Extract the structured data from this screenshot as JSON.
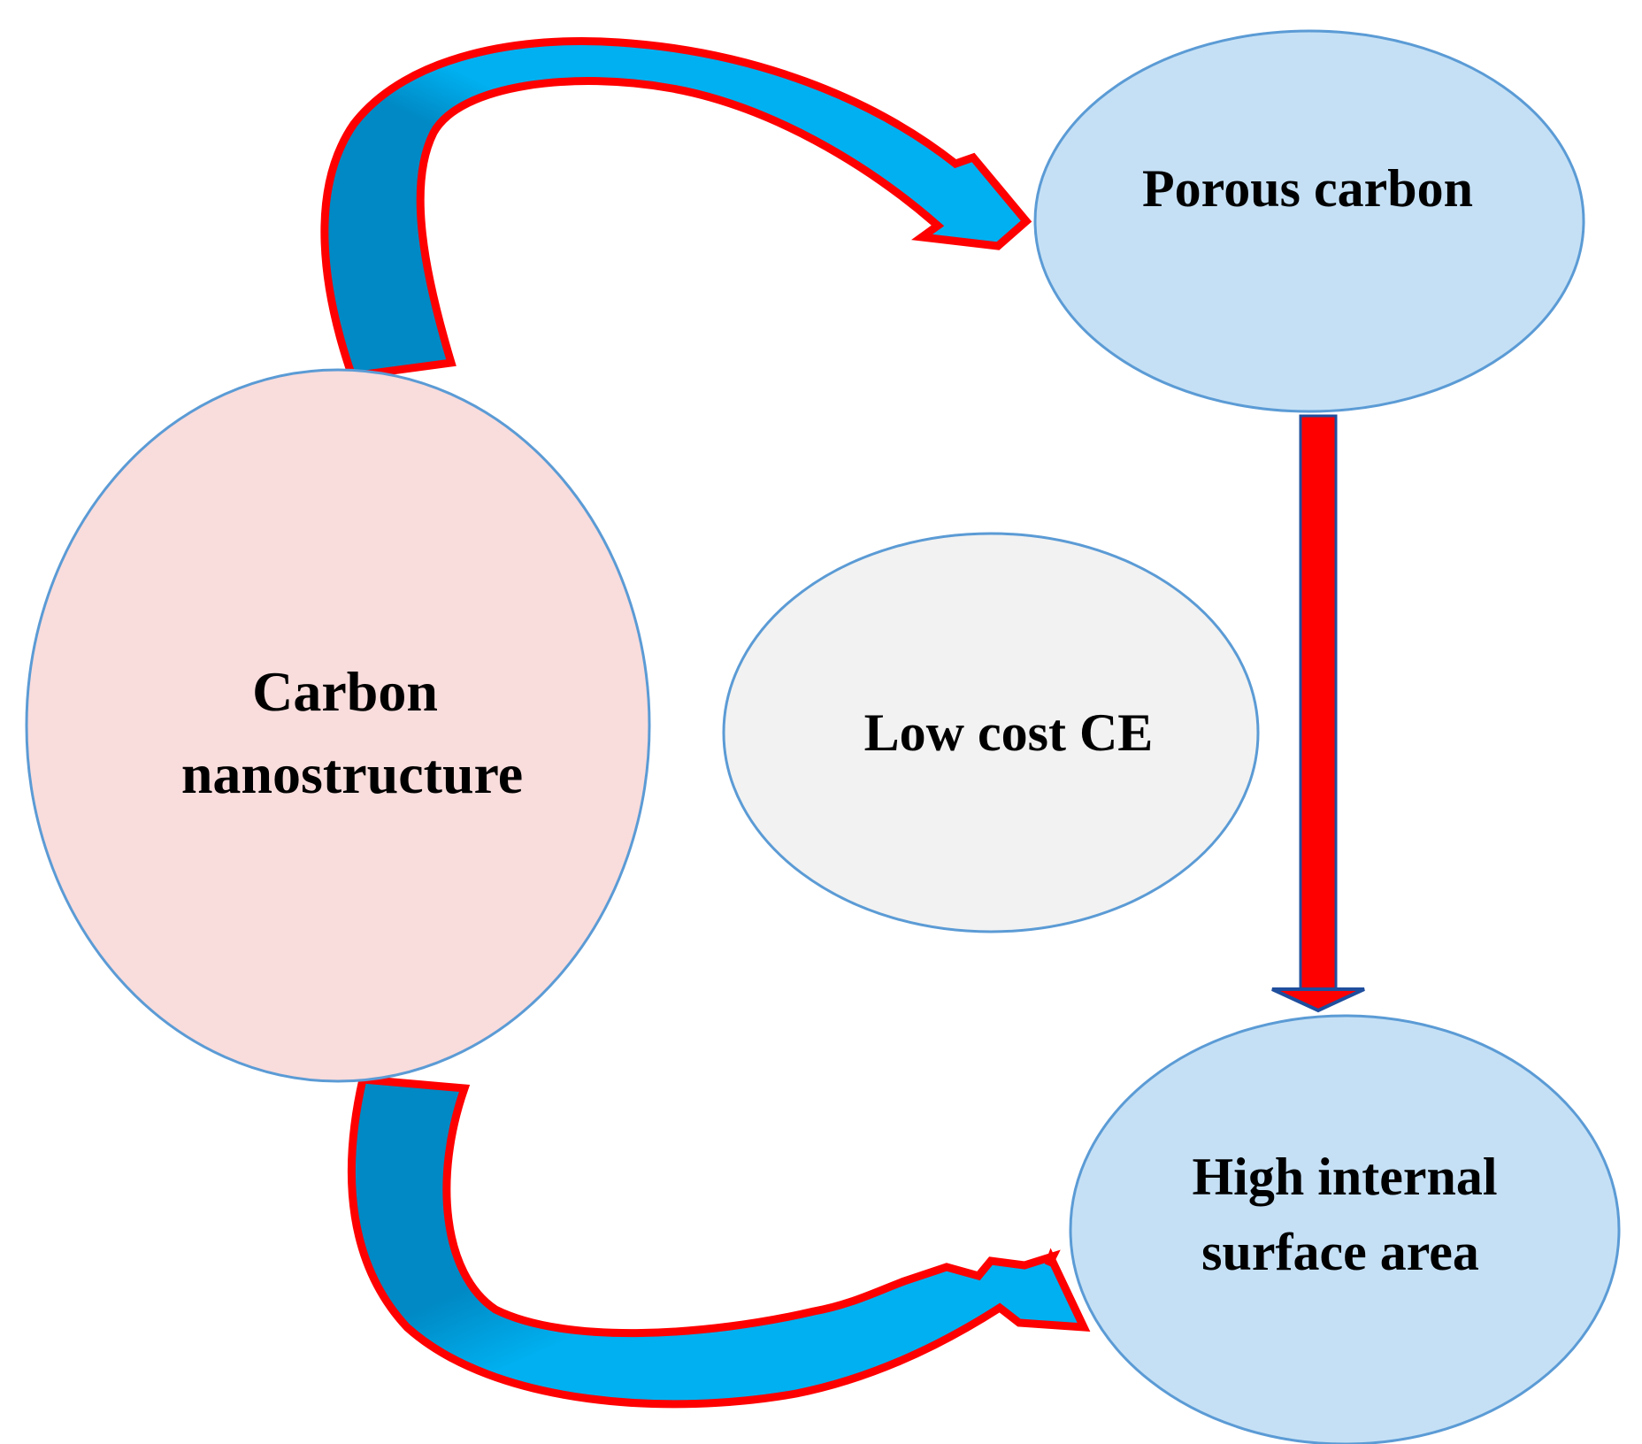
{
  "nodes": {
    "carbon_nanostructure": {
      "line1": "Carbon",
      "line2": "nanostructure",
      "fill": "#f9dcdc"
    },
    "porous_carbon": {
      "label": "Porous carbon",
      "fill": "#c5e0f5"
    },
    "low_cost_ce": {
      "label": "Low cost CE",
      "fill": "#f2f2f2"
    },
    "high_surface_area": {
      "line1": "High internal",
      "line2": "surface area",
      "fill": "#c5e0f5"
    }
  },
  "colors": {
    "node_border": "#5b9bd5",
    "arrow_outline": "#ff0000",
    "arrow_fill_light": "#00b0f0",
    "arrow_fill_dark": "#0089c4",
    "straight_arrow_fill": "#ff0000",
    "straight_arrow_edge": "#1f4e9d"
  },
  "edges": [
    {
      "from": "carbon_nanostructure",
      "to": "porous_carbon",
      "style": "curved-arrow"
    },
    {
      "from": "porous_carbon",
      "to": "high_surface_area",
      "style": "straight-arrow"
    },
    {
      "from": "carbon_nanostructure",
      "to": "high_surface_area",
      "style": "curved-arrow"
    }
  ]
}
